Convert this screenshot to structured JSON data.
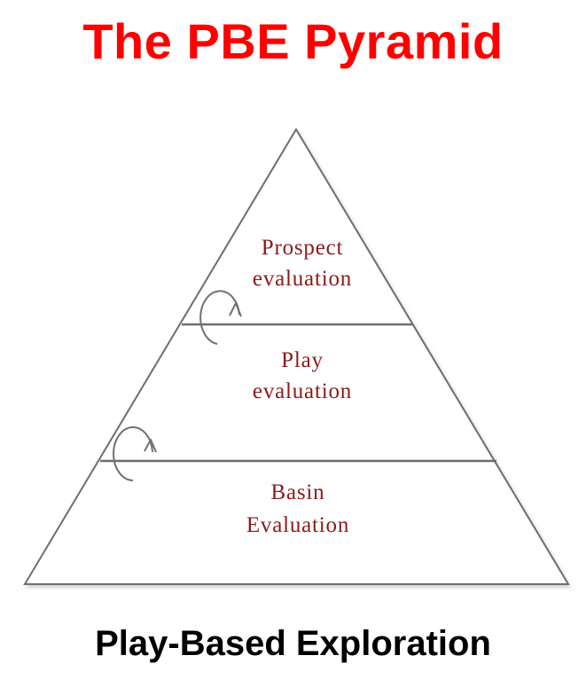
{
  "title": "The PBE Pyramid",
  "subtitle": "Play-Based Exploration",
  "colors": {
    "title": "#ff0000",
    "tier_text": "#8b1a1a",
    "outline": "#6e6e6e",
    "arrow": "#707070"
  },
  "tiers": [
    {
      "line1": "Prospect",
      "line2": "evaluation"
    },
    {
      "line1": "Play",
      "line2": "evaluation"
    },
    {
      "line1": "Basin",
      "line2": "Evaluation"
    }
  ],
  "icons": [
    "cycle-arrow-icon",
    "cycle-arrow-icon"
  ]
}
